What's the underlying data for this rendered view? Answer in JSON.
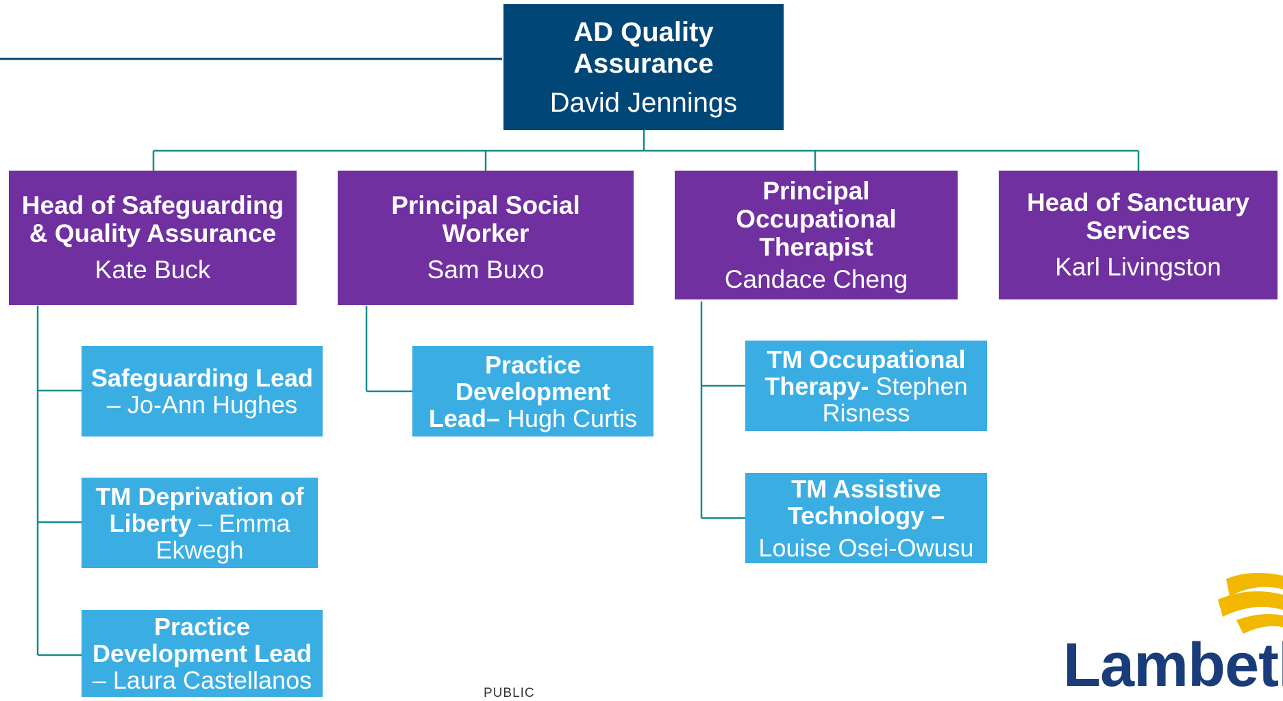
{
  "top": {
    "role": "AD Quality Assurance",
    "name": "David Jennings"
  },
  "heads": [
    {
      "role": "Head of Safeguarding & Quality Assurance",
      "name": "Kate Buck"
    },
    {
      "role": "Principal Social Worker",
      "name": "Sam Buxo"
    },
    {
      "role": "Principal Occupational Therapist",
      "name": "Candace Cheng"
    },
    {
      "role": "Head of Sanctuary Services",
      "name": "Karl Livingston"
    }
  ],
  "reports": {
    "safeguarding": [
      {
        "role": "Safeguarding Lead",
        "name": "– Jo-Ann Hughes"
      },
      {
        "role": "TM Deprivation of Liberty",
        "name": "– Emma Ekwegh"
      },
      {
        "role": "Practice Development Lead",
        "name": "– Laura Castellanos"
      }
    ],
    "social_work": [
      {
        "role": "Practice Development Lead–",
        "name": "Hugh Curtis"
      }
    ],
    "occupational_therapy": [
      {
        "role": "TM Occupational Therapy-",
        "name": "Stephen Risness"
      },
      {
        "role": "TM Assistive Technology –",
        "name": "Louise Osei-Owusu"
      }
    ]
  },
  "footer": "PUBLIC",
  "logo": {
    "text": "Lambeth"
  },
  "colors": {
    "top_box": "#004677",
    "head_box": "#7030a0",
    "report_box": "#3aaee3",
    "connector": "#138a8a",
    "header_rule": "#004677"
  }
}
